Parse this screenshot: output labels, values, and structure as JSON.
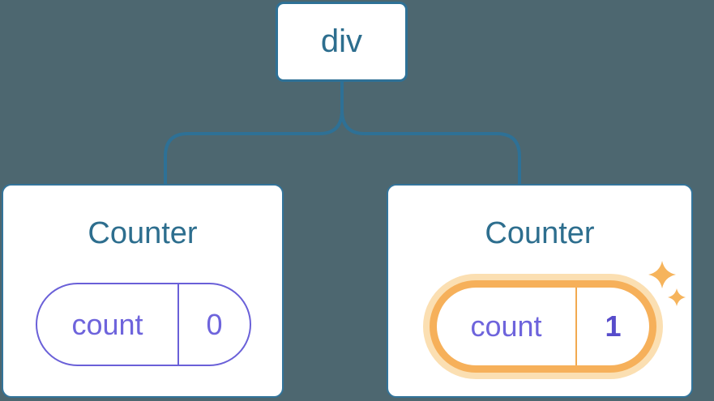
{
  "diagram": {
    "root": {
      "label": "div"
    },
    "children": [
      {
        "title": "Counter",
        "state": {
          "name": "count",
          "value": "0"
        },
        "highlighted": false
      },
      {
        "title": "Counter",
        "state": {
          "name": "count",
          "value": "1"
        },
        "highlighted": true
      }
    ]
  },
  "icons": {
    "sparkles": "sparkles-icon"
  },
  "colors": {
    "background": "#4D6770",
    "connector_blue": "#2E7196",
    "card_border_blue": "#33749A",
    "card_background": "#FFFFFF",
    "node_text_blue": "#2D6E8E",
    "state_pill_border_purple": "#6A60D8",
    "state_text_purple": "#6E64DC",
    "state_value_bold_purple": "#574CCB",
    "highlight_ring_orange": "#F6B05A",
    "highlight_glow_orange": "#FBDFB2",
    "highlight_divider_orange": "#F2A94F",
    "sparkle_orange": "#F6B45C"
  }
}
